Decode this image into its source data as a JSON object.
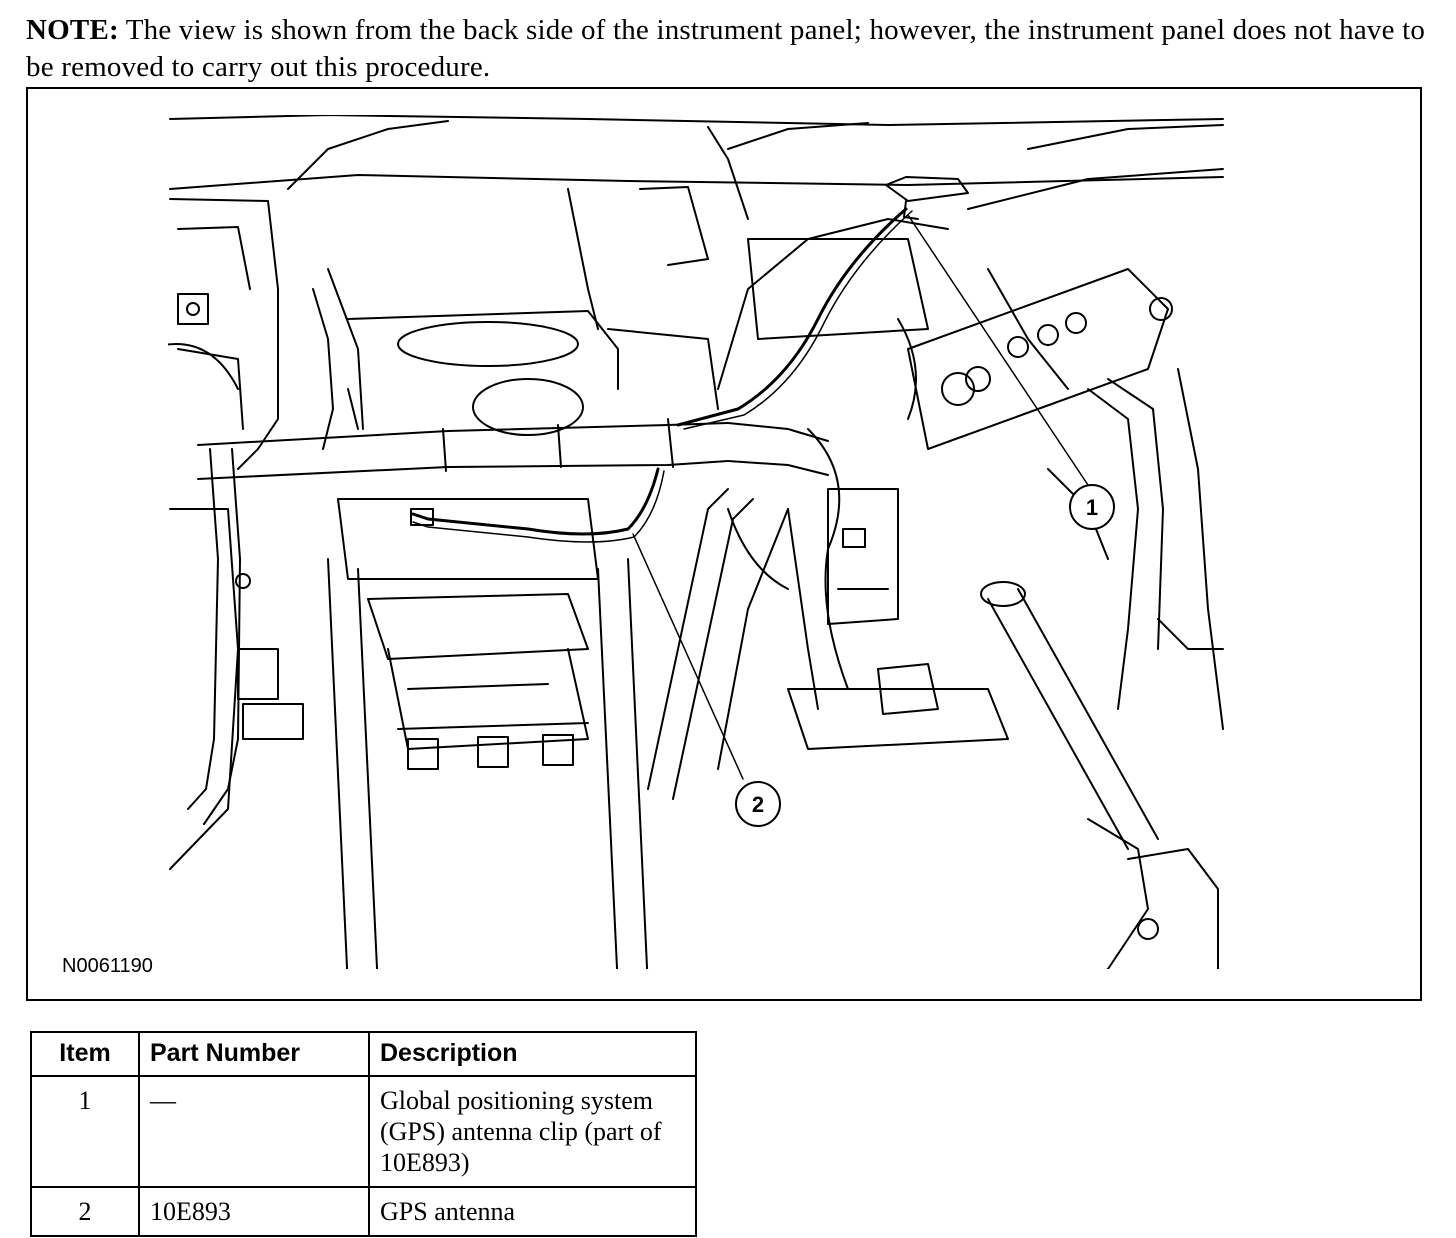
{
  "note": {
    "label": "NOTE:",
    "text": " The view is shown from the back side of the instrument panel; however, the instrument panel does not have to be removed to carry out this procedure."
  },
  "figure": {
    "code": "N0061190",
    "callouts": [
      "1",
      "2"
    ]
  },
  "table": {
    "headers": [
      "Item",
      "Part Number",
      "Description"
    ],
    "rows": [
      {
        "item": "1",
        "part_number": "—",
        "description": "Global positioning system (GPS) antenna clip (part of 10E893)"
      },
      {
        "item": "2",
        "part_number": "10E893",
        "description": "GPS antenna"
      }
    ]
  }
}
